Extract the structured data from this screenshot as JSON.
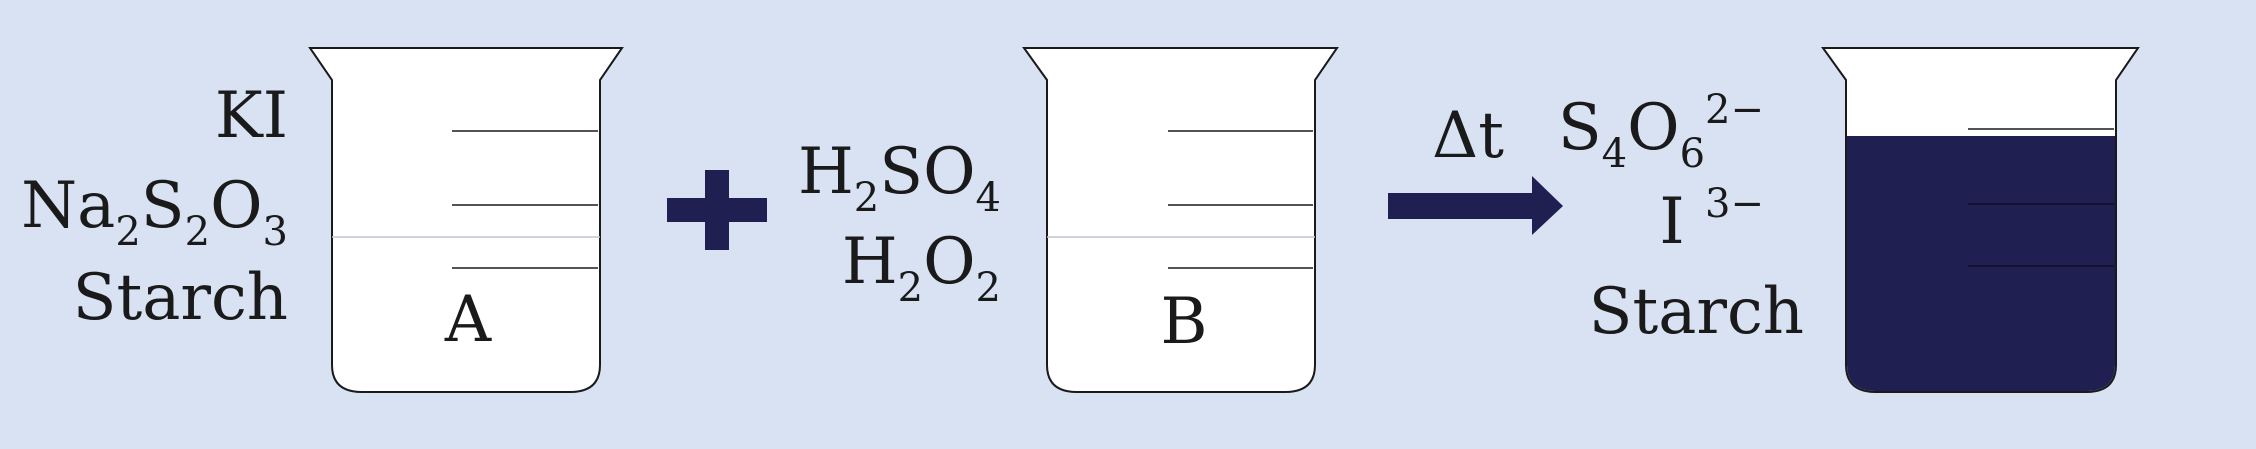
{
  "colors": {
    "background": "#d8e2f3",
    "dark_navy": "#1f1f52",
    "beaker_fill": "#ffffff",
    "outline": "#1a1a1a"
  },
  "beaker_a": {
    "letter": "A",
    "reagents": {
      "line1": "KI",
      "line2_parts": [
        "Na",
        "2",
        "S",
        "2",
        "O",
        "3"
      ],
      "line3": "Starch"
    }
  },
  "operator": {
    "plus_icon": "plus-icon"
  },
  "beaker_b": {
    "letter": "B",
    "reagents": {
      "line1_parts": [
        "H",
        "2",
        "SO",
        "4"
      ],
      "line2_parts": [
        "H",
        "2",
        "O",
        "2"
      ]
    }
  },
  "arrow": {
    "label": "Δt",
    "icon": "right-arrow-icon"
  },
  "beaker_c": {
    "products": {
      "line1_parts": [
        "S",
        "4",
        "O",
        "6",
        "2−"
      ],
      "line2_parts": [
        "I",
        "3−"
      ],
      "line3": "Starch"
    }
  }
}
